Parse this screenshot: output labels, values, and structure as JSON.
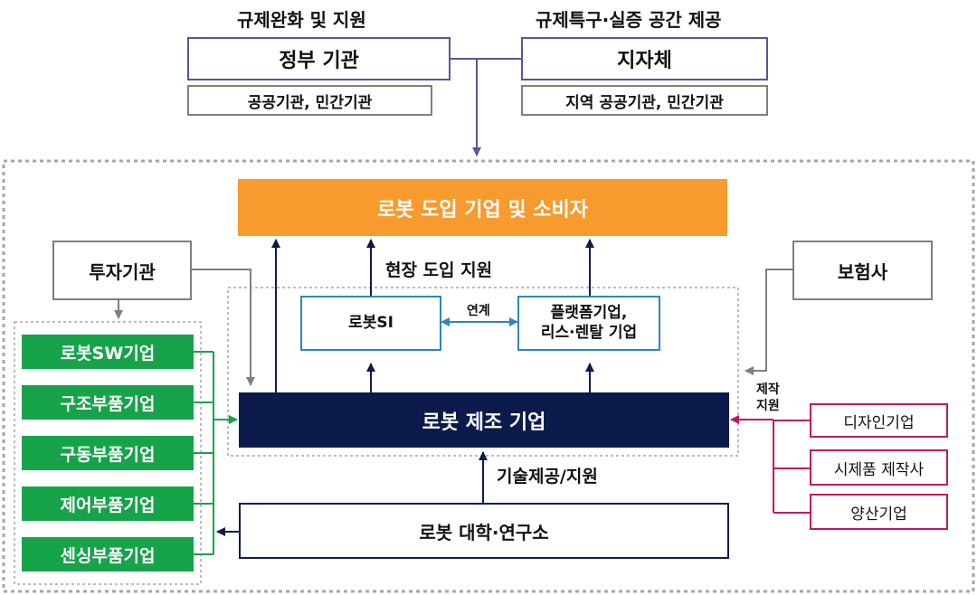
{
  "top": {
    "gov_caption": "규제완화 및 지원",
    "gov_box": "정부 기관",
    "gov_sub": "공공기관, 민간기관",
    "local_caption": "규제특구·실증 공간 제공",
    "local_box": "지자체",
    "local_sub": "지역 공공기관, 민간기관"
  },
  "adopters": "로봇 도입 기업 및 소비자",
  "field_support": "현장 도입 지원",
  "investor": "투자기관",
  "insurer": "보험사",
  "robot_si": "로봇SI",
  "link_label": "연계",
  "platform": [
    "플랫폼기업,",
    "리스·렌탈 기업"
  ],
  "manufacturer": "로봇 제조 기업",
  "production_support": [
    "제작",
    "지원"
  ],
  "tech_support": "기술제공/지원",
  "university": "로봇 대학·연구소",
  "component_companies": [
    "로봇SW기업",
    "구조부품기업",
    "구동부품기업",
    "제어부품기업",
    "센싱부품기업"
  ],
  "production_partners": [
    "디자인기업",
    "시제품 제작사",
    "양산기업"
  ],
  "colors": {
    "adopters": "#f79b2e",
    "manufacturer": "#0d1b4c",
    "components": "#16a34a",
    "government_border": "#5b539c",
    "platform_border": "#2e86c1",
    "partners_border": "#c2185b"
  }
}
